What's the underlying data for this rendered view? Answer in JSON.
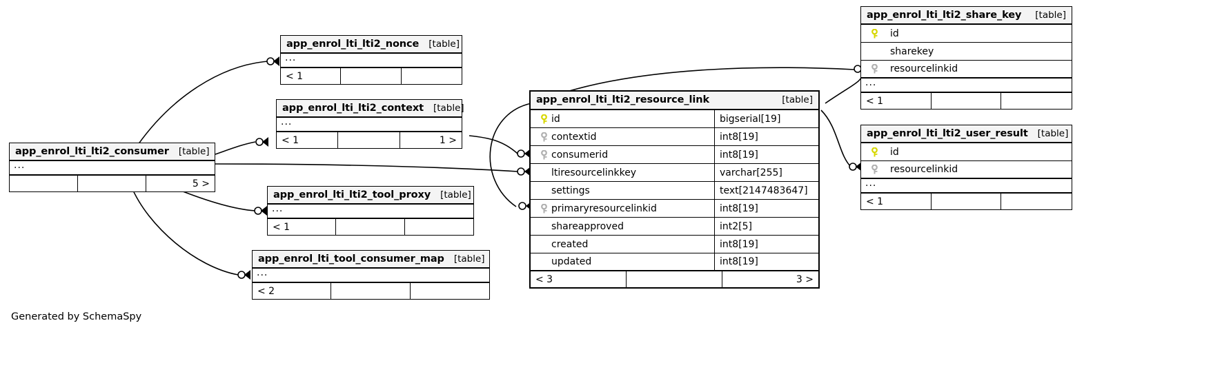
{
  "diagram": {
    "credit": "Generated by SchemaSpy",
    "table_tag": "[table]",
    "ellipsis": "...",
    "colors": {
      "primary_key": "#d7d700",
      "foreign_key": "#b0b0b0",
      "header_bg": "#f4f4f4",
      "border": "#000000",
      "background": "#ffffff"
    }
  },
  "tables": [
    {
      "id": "nonce",
      "name": "app_enrol_lti_lti2_nonce",
      "tag": "[table]",
      "collapsed": true,
      "ellipsis": "...",
      "footer": {
        "left": "< 1",
        "middle": "",
        "right": ""
      }
    },
    {
      "id": "context",
      "name": "app_enrol_lti_lti2_context",
      "tag": "[table]",
      "collapsed": true,
      "ellipsis": "...",
      "footer": {
        "left": "< 1",
        "middle": "",
        "right": "1 >"
      }
    },
    {
      "id": "consumer",
      "name": "app_enrol_lti_lti2_consumer",
      "tag": "[table]",
      "collapsed": true,
      "ellipsis": "...",
      "footer": {
        "left": "",
        "middle": "",
        "right": "5 >"
      }
    },
    {
      "id": "tool_proxy",
      "name": "app_enrol_lti_lti2_tool_proxy",
      "tag": "[table]",
      "collapsed": true,
      "ellipsis": "...",
      "footer": {
        "left": "< 1",
        "middle": "",
        "right": ""
      }
    },
    {
      "id": "consumer_map",
      "name": "app_enrol_lti_tool_consumer_map",
      "tag": "[table]",
      "collapsed": true,
      "ellipsis": "...",
      "footer": {
        "left": "< 2",
        "middle": "",
        "right": ""
      }
    },
    {
      "id": "resource_link",
      "name": "app_enrol_lti_lti2_resource_link",
      "tag": "[table]",
      "collapsed": false,
      "columns": [
        {
          "name": "id",
          "type": "bigserial[19]",
          "key": "primary"
        },
        {
          "name": "contextid",
          "type": "int8[19]",
          "key": "foreign"
        },
        {
          "name": "consumerid",
          "type": "int8[19]",
          "key": "foreign"
        },
        {
          "name": "ltiresourcelinkkey",
          "type": "varchar[255]",
          "key": "none"
        },
        {
          "name": "settings",
          "type": "text[2147483647]",
          "key": "none"
        },
        {
          "name": "primaryresourcelinkid",
          "type": "int8[19]",
          "key": "foreign"
        },
        {
          "name": "shareapproved",
          "type": "int2[5]",
          "key": "none"
        },
        {
          "name": "created",
          "type": "int8[19]",
          "key": "none"
        },
        {
          "name": "updated",
          "type": "int8[19]",
          "key": "none"
        }
      ],
      "footer": {
        "left": "< 3",
        "middle": "",
        "right": "3 >"
      }
    },
    {
      "id": "share_key",
      "name": "app_enrol_lti_lti2_share_key",
      "tag": "[table]",
      "collapsed": false,
      "ellipsis": "...",
      "columns": [
        {
          "name": "id",
          "type": "",
          "key": "primary"
        },
        {
          "name": "sharekey",
          "type": "",
          "key": "none"
        },
        {
          "name": "resourcelinkid",
          "type": "",
          "key": "foreign"
        }
      ],
      "footer": {
        "left": "< 1",
        "middle": "",
        "right": ""
      }
    },
    {
      "id": "user_result",
      "name": "app_enrol_lti_lti2_user_result",
      "tag": "[table]",
      "collapsed": false,
      "ellipsis": "...",
      "columns": [
        {
          "name": "id",
          "type": "",
          "key": "primary"
        },
        {
          "name": "resourcelinkid",
          "type": "",
          "key": "foreign"
        }
      ],
      "footer": {
        "left": "< 1",
        "middle": "",
        "right": ""
      }
    }
  ]
}
